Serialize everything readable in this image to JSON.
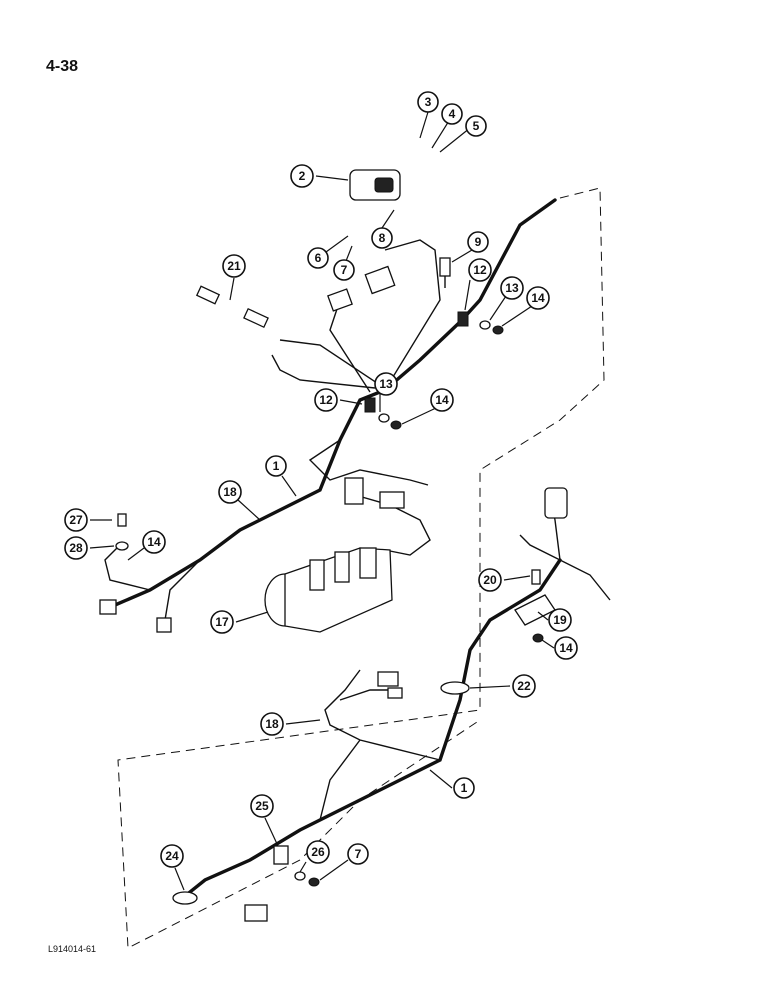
{
  "page": {
    "number": "4-38",
    "figure_code": "L914014-61"
  },
  "callouts": [
    {
      "id": "c3",
      "label": "3"
    },
    {
      "id": "c4",
      "label": "4"
    },
    {
      "id": "c5",
      "label": "5"
    },
    {
      "id": "c2",
      "label": "2"
    },
    {
      "id": "c8",
      "label": "8"
    },
    {
      "id": "c6",
      "label": "6"
    },
    {
      "id": "c7a",
      "label": "7"
    },
    {
      "id": "c9",
      "label": "9"
    },
    {
      "id": "c21",
      "label": "21"
    },
    {
      "id": "c12a",
      "label": "12"
    },
    {
      "id": "c13a",
      "label": "13"
    },
    {
      "id": "c14a",
      "label": "14"
    },
    {
      "id": "c12b",
      "label": "12"
    },
    {
      "id": "c13b",
      "label": "13"
    },
    {
      "id": "c14b",
      "label": "14"
    },
    {
      "id": "c1a",
      "label": "1"
    },
    {
      "id": "c18a",
      "label": "18"
    },
    {
      "id": "c27",
      "label": "27"
    },
    {
      "id": "c28",
      "label": "28"
    },
    {
      "id": "c14c",
      "label": "14"
    },
    {
      "id": "c17",
      "label": "17"
    },
    {
      "id": "c20",
      "label": "20"
    },
    {
      "id": "c19",
      "label": "19"
    },
    {
      "id": "c14d",
      "label": "14"
    },
    {
      "id": "c22",
      "label": "22"
    },
    {
      "id": "c18b",
      "label": "18"
    },
    {
      "id": "c1b",
      "label": "1"
    },
    {
      "id": "c25",
      "label": "25"
    },
    {
      "id": "c26",
      "label": "26"
    },
    {
      "id": "c7b",
      "label": "7"
    },
    {
      "id": "c24",
      "label": "24"
    }
  ]
}
